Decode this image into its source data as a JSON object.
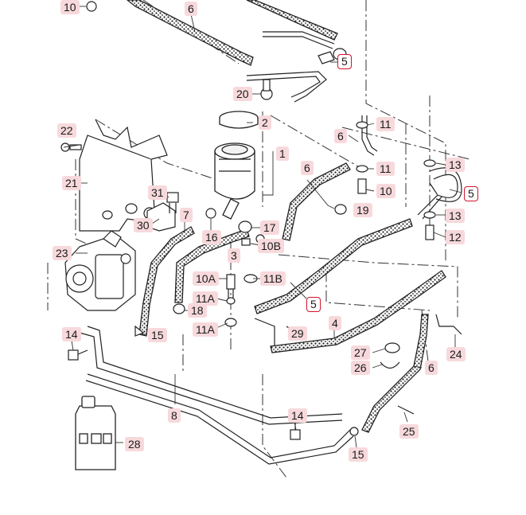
{
  "diagram": {
    "accent_color": "#d0142c",
    "label_bg": "#f7d9dc",
    "callouts": {
      "c10_top": "10",
      "c6_top": "6",
      "c5_top": "5",
      "c20": "20",
      "c2": "2",
      "c1": "1",
      "c22": "22",
      "c21": "21",
      "c31": "31",
      "c7": "7",
      "c30": "30",
      "c16": "16",
      "c17": "17",
      "c10b": "10B",
      "c3": "3",
      "c23": "23",
      "c11b": "11B",
      "c10a": "10A",
      "c11a_1": "11A",
      "c18": "18",
      "c11a_2": "11A",
      "c15_left": "15",
      "c14_left": "14",
      "c8": "8",
      "c28": "28",
      "c6_mid": "6",
      "c19": "19",
      "c6_right_top": "6",
      "c11_1": "11",
      "c11_2": "11",
      "c10_right": "10",
      "c13_1": "13",
      "c5_right": "5",
      "c13_2": "13",
      "c12": "12",
      "c5_mid": "5",
      "c4": "4",
      "c29": "29",
      "c24": "24",
      "c27": "27",
      "c26": "26",
      "c6_bottom": "6",
      "c14_bottom": "14",
      "c25": "25",
      "c15_bottom": "15"
    }
  }
}
